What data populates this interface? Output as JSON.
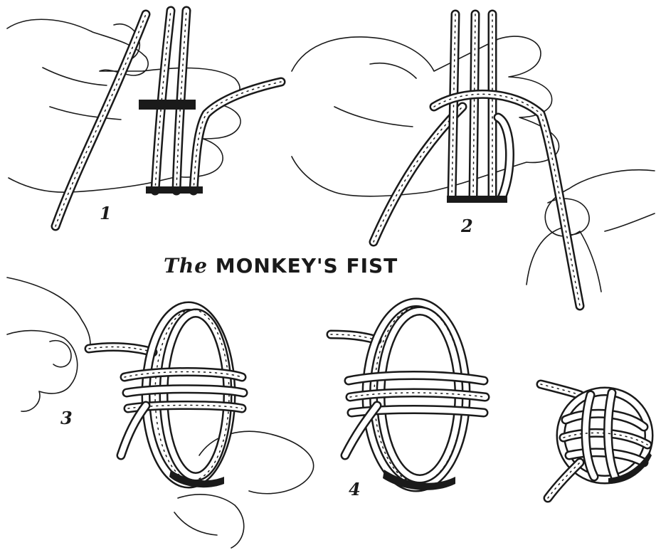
{
  "title": {
    "prefix": "The",
    "main": "MONKEY'S FIST"
  },
  "steps": [
    {
      "number": "1"
    },
    {
      "number": "2"
    },
    {
      "number": "3"
    },
    {
      "number": "4"
    }
  ]
}
